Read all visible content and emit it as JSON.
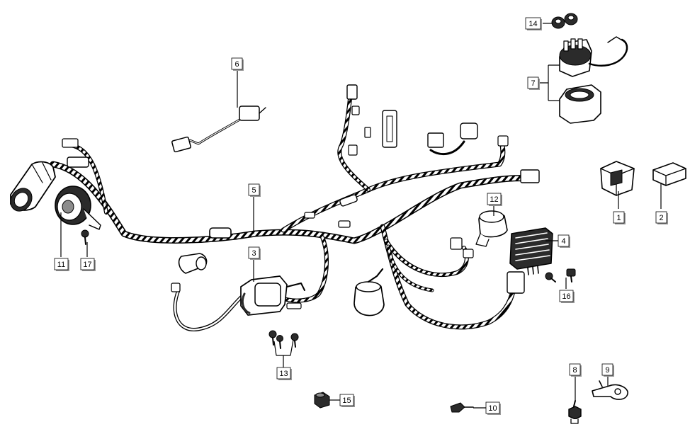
{
  "diagram": {
    "type": "exploded-parts-diagram",
    "callouts": [
      {
        "id": "c1",
        "label": "1"
      },
      {
        "id": "c2",
        "label": "2"
      },
      {
        "id": "c3",
        "label": "3"
      },
      {
        "id": "c4",
        "label": "4"
      },
      {
        "id": "c5",
        "label": "5"
      },
      {
        "id": "c6",
        "label": "6"
      },
      {
        "id": "c7",
        "label": "7"
      },
      {
        "id": "c8",
        "label": "8"
      },
      {
        "id": "c9",
        "label": "9"
      },
      {
        "id": "c10",
        "label": "10"
      },
      {
        "id": "c11",
        "label": "11"
      },
      {
        "id": "c12",
        "label": "12"
      },
      {
        "id": "c13",
        "label": "13"
      },
      {
        "id": "c14",
        "label": "14"
      },
      {
        "id": "c15",
        "label": "15"
      },
      {
        "id": "c16",
        "label": "16"
      },
      {
        "id": "c17",
        "label": "17"
      }
    ],
    "colors": {
      "line": "#000000",
      "box_fill": "#ffffff",
      "box_shadow": "#9a9a9a",
      "part_fill": "#ffffff",
      "part_dark": "#2b2b2b",
      "part_grey": "#8c8c8c"
    }
  }
}
